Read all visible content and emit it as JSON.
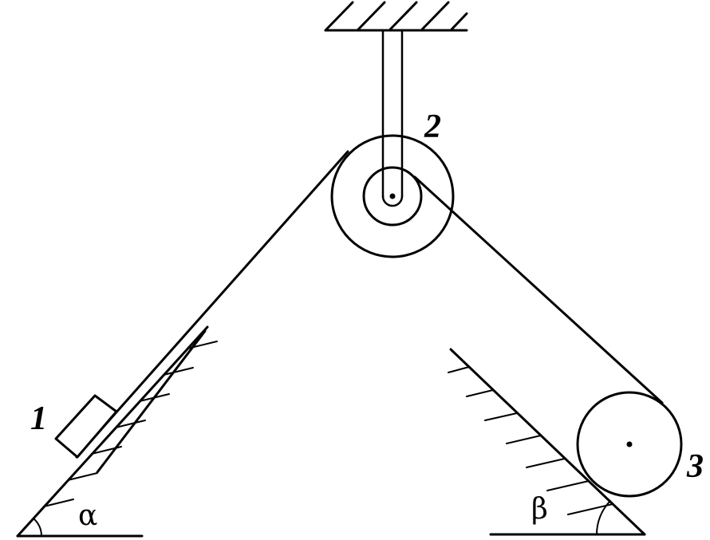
{
  "labels": {
    "body1": "1",
    "body2": "2",
    "body3": "3",
    "angle_left": "α",
    "angle_right": "β"
  },
  "colors": {
    "stroke": "#000000",
    "background": "#ffffff"
  }
}
